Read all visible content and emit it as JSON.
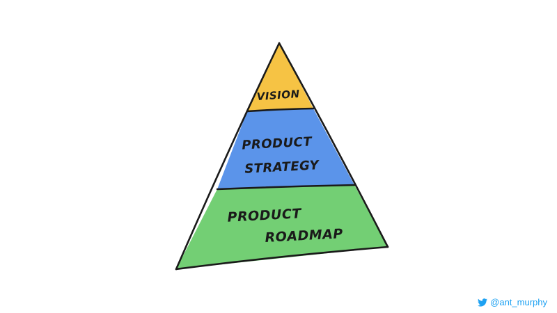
{
  "tiers": {
    "vision": {
      "label": "VISION",
      "color": "#f6c344"
    },
    "strategy": {
      "line1": "PRODUCT",
      "line2": "STRATEGY",
      "color": "#5b94ea"
    },
    "roadmap": {
      "line1": "PRODUCT",
      "line2": "ROADMAP",
      "color": "#73cf74"
    }
  },
  "footer": {
    "icon": "twitter-bird-icon",
    "handle": "@ant_murphy",
    "color": "#1da1f2"
  }
}
